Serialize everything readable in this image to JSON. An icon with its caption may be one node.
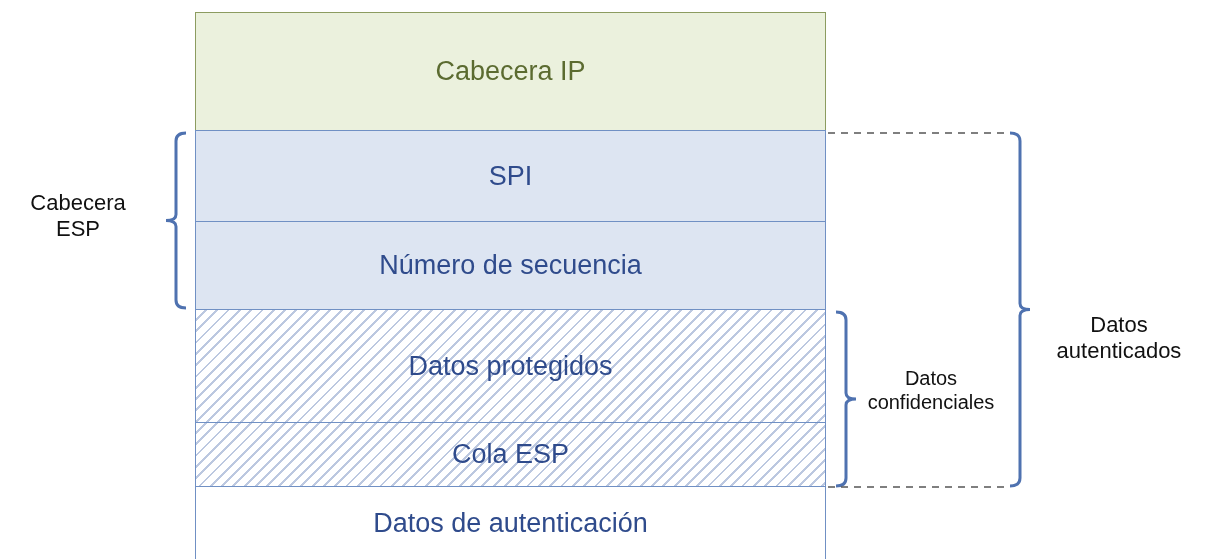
{
  "diagram": {
    "nodes": [
      {
        "text": [
          "Cabecera IP"
        ]
      },
      {
        "text": [
          "SPI"
        ]
      },
      {
        "text": [
          "Número de secuencia"
        ]
      },
      {
        "text": [
          "Datos protegidos"
        ]
      },
      {
        "text": [
          "Cola ESP"
        ]
      },
      {
        "text": [
          "Datos de autenticación"
        ]
      }
    ],
    "labels": [
      "Cabecera ESP",
      "Datos confidenciales",
      "Datos autenticados"
    ]
  }
}
